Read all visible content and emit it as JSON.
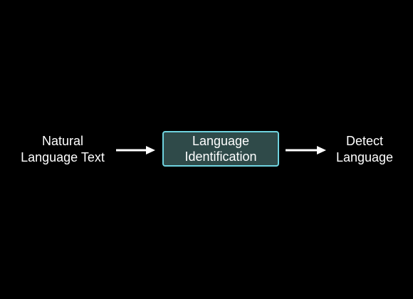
{
  "diagram": {
    "input": {
      "line1": "Natural",
      "line2": "Language Text"
    },
    "process": {
      "line1": "Language",
      "line2": "Identification"
    },
    "output": {
      "line1": "Detect",
      "line2": "Language"
    }
  },
  "colors": {
    "background": "#000000",
    "text": "#ffffff",
    "box_fill": "#2f4a49",
    "box_border": "#6fd3df",
    "arrow": "#ffffff"
  }
}
